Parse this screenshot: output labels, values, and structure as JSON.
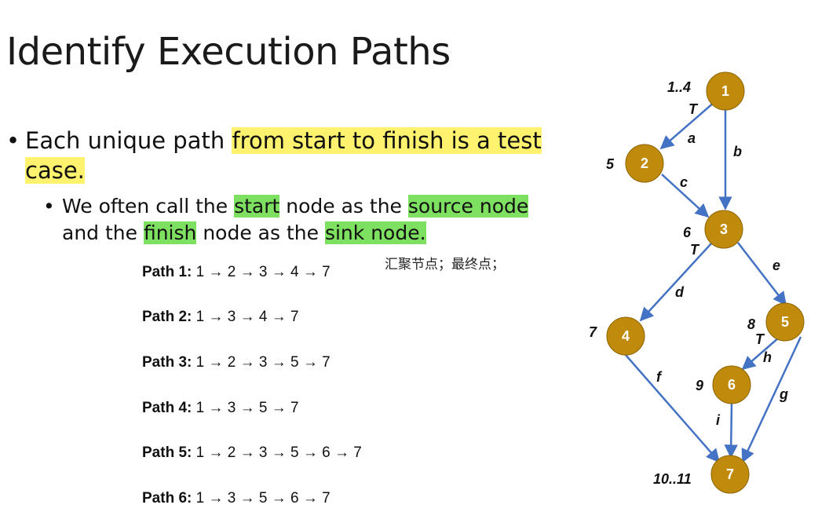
{
  "slide": {
    "title": "Identify Execution Paths",
    "bullet1": {
      "marker": "•",
      "text_plain": "Each unique path ",
      "text_highlight": "from start to finish is a test case."
    },
    "bullet2": {
      "marker": "•",
      "t1": "We often call the ",
      "h1": "start",
      "t2": " node as the ",
      "h2": "source node",
      "t3": "and the ",
      "h3": "finish",
      "t4": " node as the ",
      "h4": "sink node."
    },
    "cn_note": "汇聚节点；最终点；",
    "paths": [
      {
        "label": "Path 1:",
        "seq": "1 → 2 → 3 → 4 → 7"
      },
      {
        "label": "Path 2:",
        "seq": "1 → 3 → 4 → 7"
      },
      {
        "label": "Path 3:",
        "seq": "1 → 2 → 3 → 5 → 7"
      },
      {
        "label": "Path 4:",
        "seq": "1 → 3 → 5 → 7"
      },
      {
        "label": "Path 5:",
        "seq": "1 → 2 → 3 → 5 → 6 → 7"
      },
      {
        "label": "Path 6:",
        "seq": "1 → 3 → 5 → 6 → 7"
      }
    ]
  },
  "graph": {
    "node_color": "#c08a0c",
    "edge_color": "#4472c4",
    "nodes": [
      {
        "id": "1",
        "side_label": "1..4"
      },
      {
        "id": "2",
        "side_label": "5"
      },
      {
        "id": "3",
        "side_label": "6"
      },
      {
        "id": "4",
        "side_label": "7"
      },
      {
        "id": "5",
        "side_label": "8"
      },
      {
        "id": "6",
        "side_label": "9"
      },
      {
        "id": "7",
        "side_label": "10..11"
      }
    ],
    "edges": [
      {
        "from": "1",
        "to": "2",
        "label": "a"
      },
      {
        "from": "1",
        "to": "3",
        "label": "b"
      },
      {
        "from": "2",
        "to": "3",
        "label": "c"
      },
      {
        "from": "3",
        "to": "4",
        "label": "d"
      },
      {
        "from": "3",
        "to": "5",
        "label": "e"
      },
      {
        "from": "4",
        "to": "7",
        "label": "f"
      },
      {
        "from": "5",
        "to": "7",
        "label": "g"
      },
      {
        "from": "5",
        "to": "6",
        "label": "h"
      },
      {
        "from": "6",
        "to": "7",
        "label": "i"
      }
    ],
    "true_marker": "T"
  }
}
